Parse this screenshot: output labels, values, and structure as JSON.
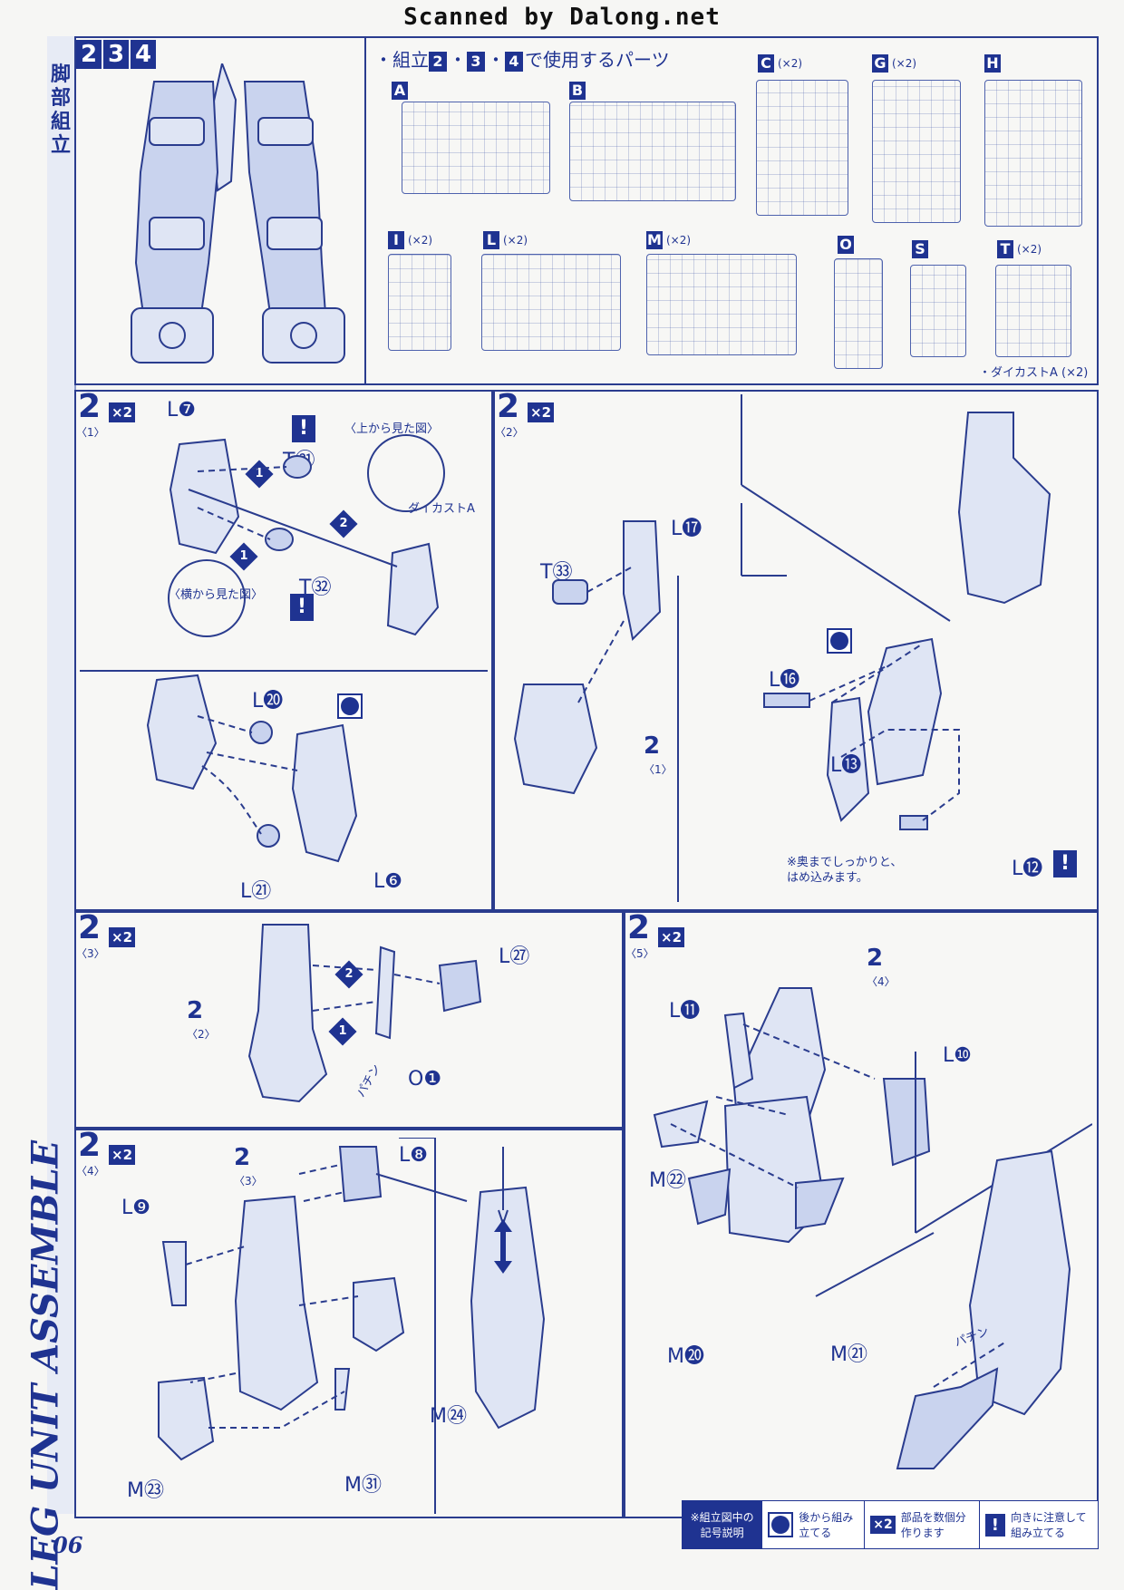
{
  "header": {
    "scan_credit": "Scanned by Dalong.net"
  },
  "sidebar": {
    "title_jp": "脚部組立",
    "title_en": "LEG UNIT ASSEMBLE",
    "page_number": "06"
  },
  "overview": {
    "steps": [
      "2",
      "3",
      "4"
    ],
    "parts_intro_prefix": "・組立",
    "parts_intro_sep": "・",
    "parts_intro_suffix": "で使用するパーツ",
    "runners": [
      {
        "letter": "A",
        "qty": ""
      },
      {
        "letter": "B",
        "qty": ""
      },
      {
        "letter": "C",
        "qty": "(×2)"
      },
      {
        "letter": "G",
        "qty": "(×2)"
      },
      {
        "letter": "H",
        "qty": ""
      },
      {
        "letter": "I",
        "qty": "(×2)"
      },
      {
        "letter": "L",
        "qty": "(×2)"
      },
      {
        "letter": "M",
        "qty": "(×2)"
      },
      {
        "letter": "O",
        "qty": ""
      },
      {
        "letter": "S",
        "qty": ""
      },
      {
        "letter": "T",
        "qty": "(×2)"
      }
    ],
    "diecast_note": "・ダイカストA (×2)"
  },
  "panels": {
    "p1": {
      "step": "2",
      "sub": "〈1〉",
      "qty": "×2",
      "labels": {
        "l7": "L❼",
        "t31": "T㉛",
        "t32": "T㉜",
        "diecast": "ダイカストA",
        "top_view": "〈上から見た図〉",
        "side_view": "〈横から見た図〉",
        "l20": "L⓴",
        "l21": "L㉑",
        "l6": "L❻"
      },
      "order": [
        "1",
        "2",
        "1"
      ]
    },
    "p2": {
      "step": "2",
      "sub": "〈2〉",
      "qty": "×2",
      "labels": {
        "l17": "L⓱",
        "t33": "T㉝",
        "l16": "L⓰",
        "l13": "L⓭",
        "l12": "L⓬",
        "ref_step": "2",
        "ref_sub": "〈1〉"
      },
      "note": "※奥までしっかりと、はめ込みます。"
    },
    "p3": {
      "step": "2",
      "sub": "〈3〉",
      "qty": "×2",
      "labels": {
        "l27": "L㉗",
        "o1": "O❶",
        "ref_step": "2",
        "ref_sub": "〈2〉",
        "snap": "パチン"
      },
      "order": [
        "2",
        "1"
      ]
    },
    "p4": {
      "step": "2",
      "sub": "〈4〉",
      "qty": "×2",
      "labels": {
        "l8": "L❽",
        "l9": "L❾",
        "m23": "M㉓",
        "m24": "M㉔",
        "m31": "M㉛",
        "ref_step": "2",
        "ref_sub": "〈3〉"
      }
    },
    "p5": {
      "step": "2",
      "sub": "〈5〉",
      "qty": "×2",
      "labels": {
        "l11": "L⓫",
        "l10": "L❿",
        "m22": "M㉒",
        "m20": "M⓴",
        "m21": "M㉑",
        "ref_step": "2",
        "ref_sub": "〈4〉",
        "snap": "パチン"
      }
    }
  },
  "legend": {
    "title": "※組立図中の記号説明",
    "back_assemble": "後から組み立てる",
    "x2_text": "部品を数個分作ります",
    "x2_badge": "×2",
    "caution": "向きに注意して組み立てる"
  },
  "colors": {
    "ink": "#1f3391",
    "paper": "#f6f6f4",
    "tint": "#dfe5f4"
  }
}
